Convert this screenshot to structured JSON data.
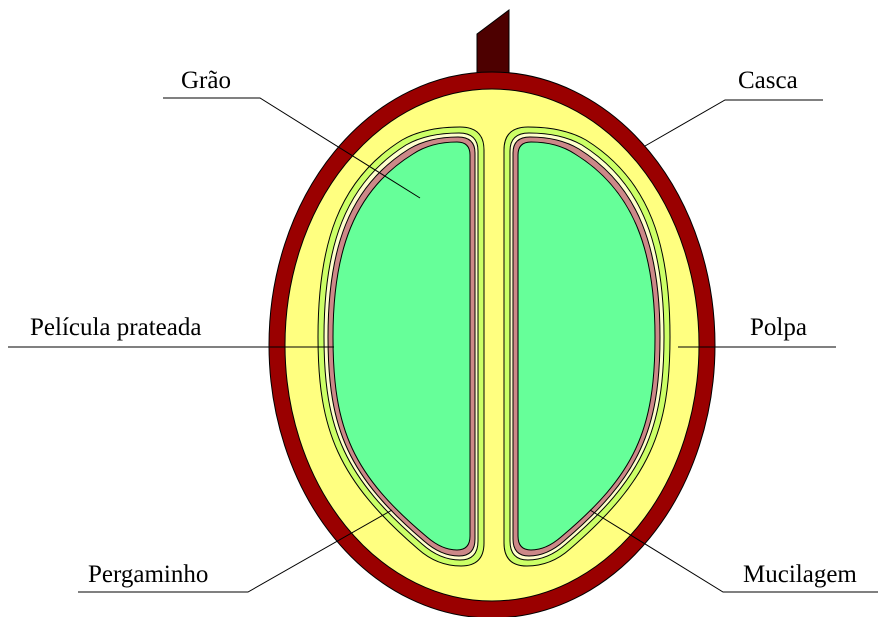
{
  "labels": {
    "grao": "Grão",
    "casca": "Casca",
    "pelicula": "Película prateada",
    "polpa": "Polpa",
    "pergaminho": "Pergaminho",
    "mucilagem": "Mucilagem"
  },
  "colors": {
    "casca": "#9a0000",
    "polpa": "#ffff80",
    "mucilagem": "#ccff66",
    "pergaminho": "#ffffcc",
    "pelicula": "#cc8888",
    "grao": "#66ff99",
    "stem": "#4d0000"
  }
}
